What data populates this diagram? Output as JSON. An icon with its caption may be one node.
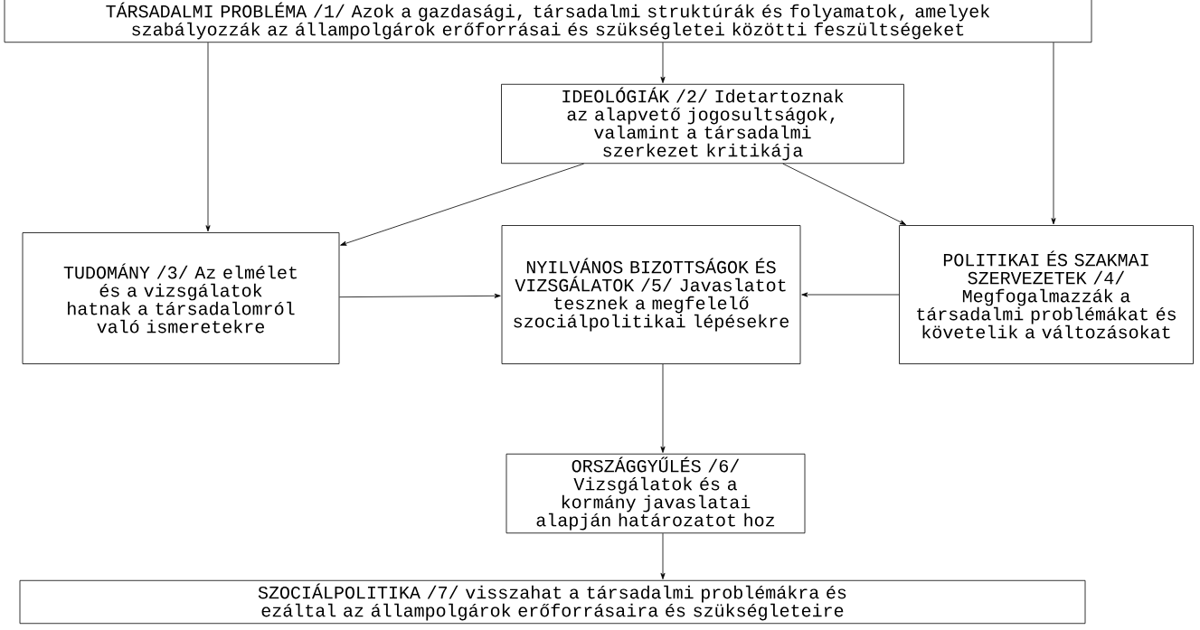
{
  "diagram": {
    "nodes": [
      {
        "text": [
          "TÁRSADALMI PROBLÉMA /1/ Azok a gazdasági, társadalmi struktúrák és folyamatok, amelyek szabályozzák az állampolgárok erőforrásai és szükségletei közötti feszültségeket"
        ]
      },
      {
        "text": [
          "IDEOLÓGIÁK /2/ Idetartoznak az alapvető jogosultságok, valamint a társadalmi szerkezet kritikája"
        ]
      },
      {
        "text": [
          "TUDOMÁNY /3/ Az elmélet és a vizsgálatok hatnak a társadalomról való ismeretekre"
        ]
      },
      {
        "text": [
          "NYILVÁNOS BIZOTTSÁGOK ÉS VIZSGÁLATOK /5/ Javaslatot tesznek a megfelelő szociálpolitikai lépésekre"
        ]
      },
      {
        "text": [
          "POLITIKAI ÉS SZAKMAI SZERVEZETEK /4/ Megfogalmazzák a társadalmi problémákat és követelik a változásokat"
        ]
      },
      {
        "text": [
          "ORSZÁGGYŰLÉS /6/ Vizsgálatok és a kormány javaslatai alapján határozatot hoz"
        ]
      },
      {
        "text": [
          "SZOCIÁLPOLITIKA /7/ visszahat a társadalmi problémákra és ezáltal az állampolgárok erőforrásaira és szükségleteire"
        ]
      }
    ],
    "edges": [
      {
        "from": 0,
        "to": 2,
        "arrow": "to"
      },
      {
        "from": 0,
        "to": 1,
        "arrow": "to"
      },
      {
        "from": 0,
        "to": 4,
        "arrow": "to"
      },
      {
        "from": 1,
        "to": 2,
        "arrow": "to"
      },
      {
        "from": 1,
        "to": 4,
        "arrow": "to"
      },
      {
        "from": 2,
        "to": 3,
        "arrow": "to"
      },
      {
        "from": 4,
        "to": 3,
        "arrow": "to"
      },
      {
        "from": 3,
        "to": 5,
        "arrow": "to"
      },
      {
        "from": 5,
        "to": 6,
        "arrow": "to"
      }
    ]
  }
}
